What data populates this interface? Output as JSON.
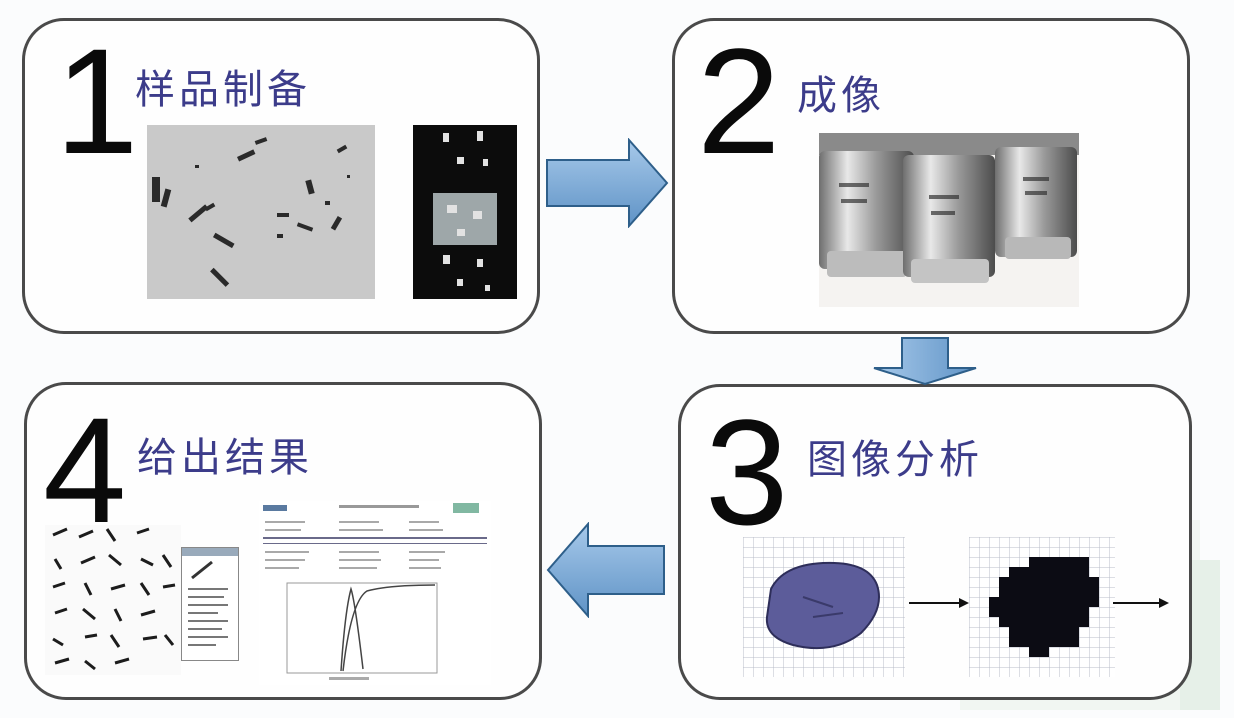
{
  "steps": [
    {
      "number": "1",
      "title": "样品制备"
    },
    {
      "number": "2",
      "title": "成像"
    },
    {
      "number": "3",
      "title": "图像分析"
    },
    {
      "number": "4",
      "title": "给出结果"
    }
  ],
  "colors": {
    "arrow_fill": "#7eaedb",
    "arrow_stroke": "#2e5f8a",
    "title_text": "#3c3c8a",
    "panel_border": "#4a4a4a"
  },
  "icons": [
    "arrow-right-icon",
    "arrow-down-icon",
    "arrow-left-icon"
  ]
}
